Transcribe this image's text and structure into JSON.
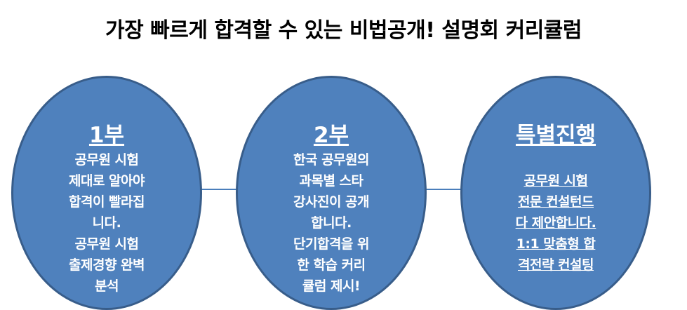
{
  "title": "가장 빠르게 합격할 수 있는 비법공개! 설명회 커리큘럼",
  "parts": [
    {
      "heading": "1부",
      "lines": [
        "공무원 시험",
        "제대로 알아야",
        "합격이 빨라집",
        "니다.",
        "공무원 시험",
        "출제경향 완벽",
        "분석"
      ]
    },
    {
      "heading": "2부",
      "lines": [
        "한국 공무원의",
        "과목별 스타",
        "강사진이 공개",
        "합니다.",
        "단기합격을 위",
        "한 학습 커리",
        "큘럼 제시!"
      ]
    },
    {
      "heading": "특별진행",
      "lines": [
        "공무원 시험",
        "전문 컨설턴드",
        "다 제안합니다.",
        "1:1 맞춤형 합",
        "격전략 컨설팅"
      ]
    }
  ]
}
